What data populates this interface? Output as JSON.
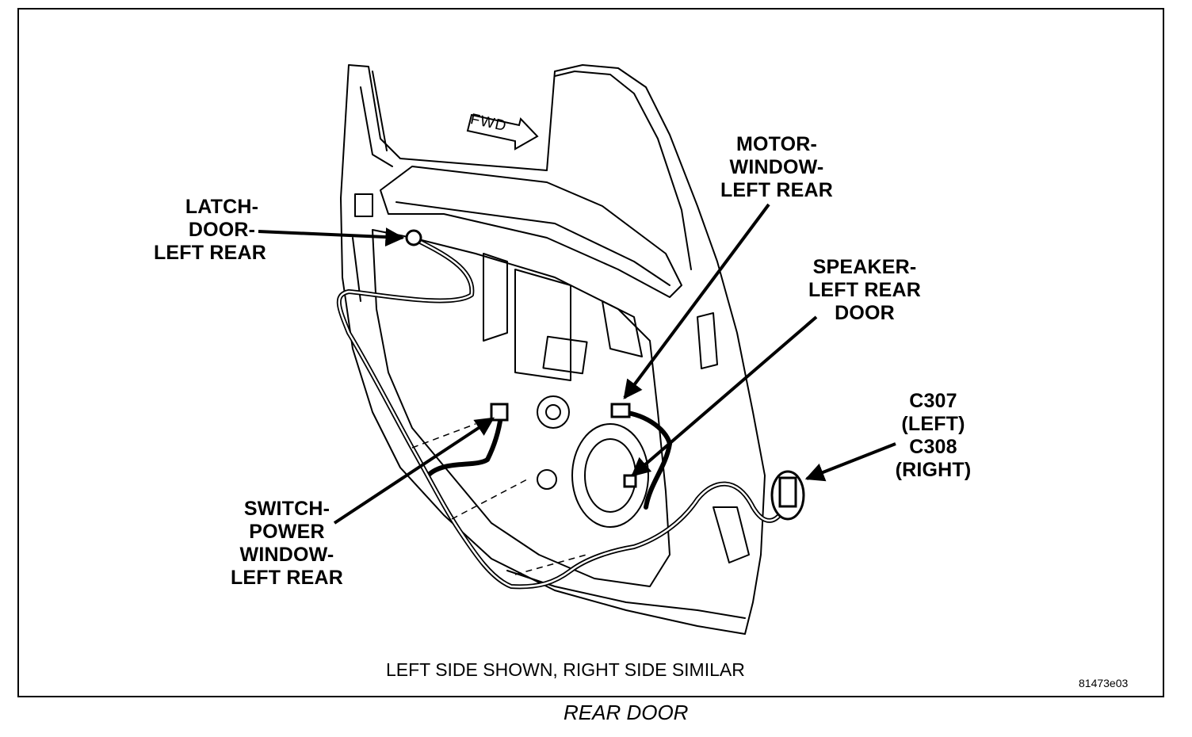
{
  "labels": {
    "latch": [
      "LATCH-",
      "DOOR-",
      "LEFT REAR"
    ],
    "motor": [
      "MOTOR-",
      "WINDOW-",
      "LEFT REAR"
    ],
    "speaker": [
      "SPEAKER-",
      "LEFT REAR",
      "DOOR"
    ],
    "connector": [
      "C307",
      "(LEFT)",
      "C308",
      "(RIGHT)"
    ],
    "switch": [
      "SWITCH-",
      "POWER",
      "WINDOW-",
      "LEFT REAR"
    ]
  },
  "fwd_marker": "FWD",
  "caption_note": "LEFT SIDE SHOWN, RIGHT SIDE SIMILAR",
  "figure_id": "81473e03",
  "figure_title": "REAR DOOR"
}
